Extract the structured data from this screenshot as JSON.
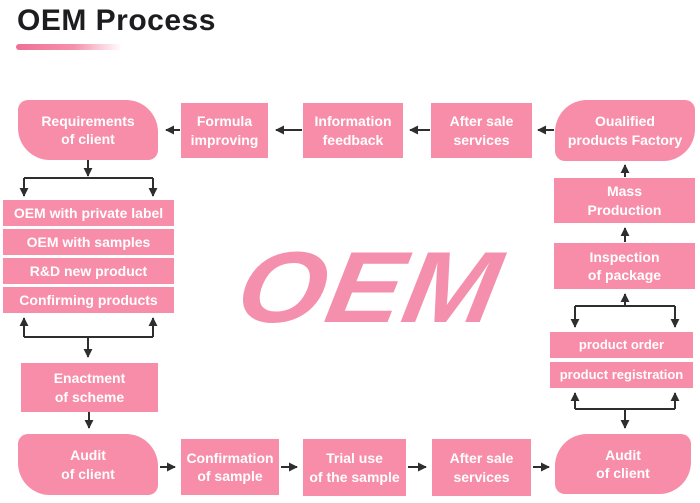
{
  "title": "OEM Process",
  "logo": "OEM",
  "colors": {
    "box_pink": "#f78da8",
    "logo_pink": "#f58fae",
    "arrow_dark": "#2e2e2e",
    "underline_pink": "#ef6f95",
    "title_text": "#1d1d1f",
    "box_text": "#ffffff"
  },
  "top_row": {
    "requirements": "Requirements\nof client",
    "formula": "Formula\nimproving",
    "information": "Information\nfeedback",
    "after_sale": "After sale\nservices",
    "factory": "Oualified\nproducts Factory"
  },
  "left_stack": {
    "private_label": "OEM with private label",
    "samples": "OEM with samples",
    "rd_new_product": "R&D new product",
    "confirming": "Confirming products"
  },
  "left_column": {
    "enactment": "Enactment\nof scheme"
  },
  "bottom_row": {
    "audit_left": "Audit\nof client",
    "confirmation": "Confirmation\nof sample",
    "trial": "Trial use\nof the sample",
    "after_sale": "After sale\nservices",
    "audit_right": "Audit\nof client"
  },
  "right_column": {
    "mass_production": "Mass\nProduction",
    "inspection": "Inspection\nof package",
    "product_order": "product order",
    "product_registration": "product registration"
  }
}
